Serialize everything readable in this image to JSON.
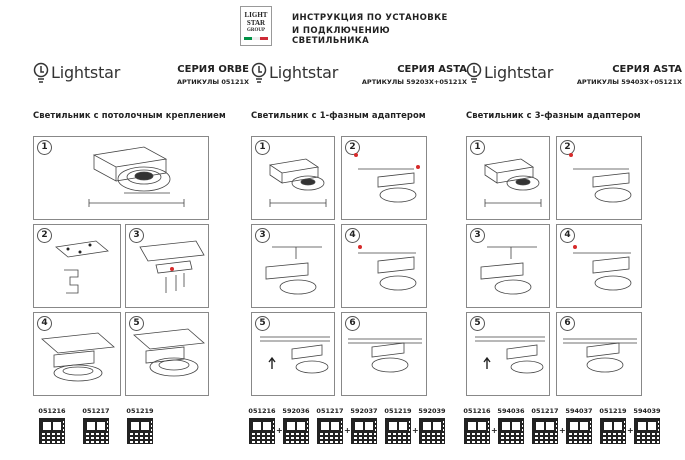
{
  "header": {
    "logo_text": [
      "LIGHT",
      "STAR",
      "GROUP"
    ],
    "title_line1": "ИНСТРУКЦИЯ ПО УСТАНОВКЕ",
    "title_line2": "И ПОДКЛЮЧЕНИЮ СВЕТИЛЬНИКА"
  },
  "columns": [
    {
      "brand": "Lightstar",
      "series": "СЕРИЯ ORBE",
      "articles": "АРТИКУЛЫ 05121X",
      "subtitle": "Светильник с потолочным креплением",
      "steps": [
        "1",
        "2",
        "3",
        "4",
        "5"
      ],
      "codes": [
        "051216",
        "051217",
        "051219"
      ]
    },
    {
      "brand": "Lightstar",
      "series": "СЕРИЯ ASTA",
      "articles": "АРТИКУЛЫ 59203X+05121X",
      "subtitle": "Светильник с 1-фазным адаптером",
      "steps": [
        "1",
        "2",
        "3",
        "4",
        "5",
        "6"
      ],
      "codes": [
        "051216",
        "592036",
        "051217",
        "592037",
        "051219",
        "592039"
      ]
    },
    {
      "brand": "Lightstar",
      "series": "СЕРИЯ ASTA",
      "articles": "АРТИКУЛЫ 59403X+05121X",
      "subtitle": "Светильник с 3-фазным адаптером",
      "steps": [
        "1",
        "2",
        "3",
        "4",
        "5",
        "6"
      ],
      "codes": [
        "051216",
        "594036",
        "051217",
        "594037",
        "051219",
        "594039"
      ]
    }
  ],
  "colors": {
    "flag": [
      "#009246",
      "#ffffff",
      "#ce2b37"
    ],
    "accent_red": "#d62b2b",
    "line": "#444444"
  }
}
